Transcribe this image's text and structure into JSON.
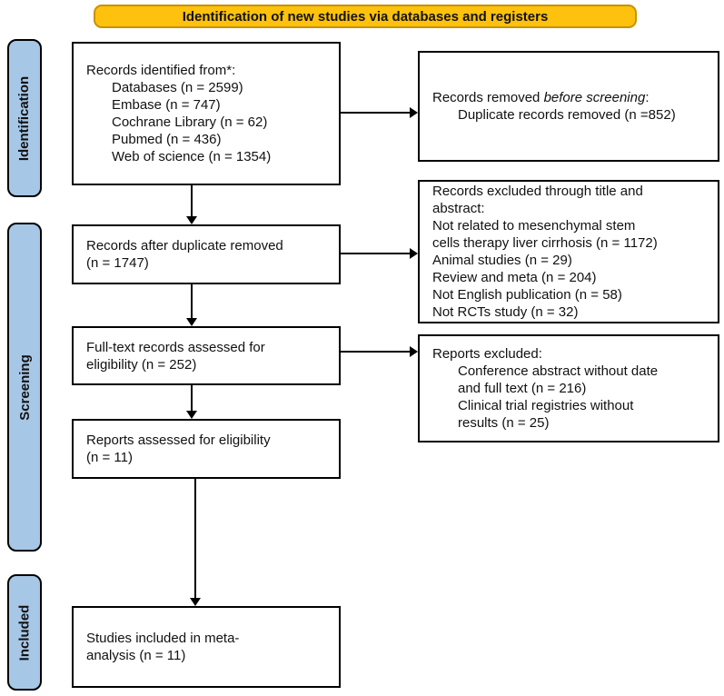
{
  "banner": {
    "title": "Identification of new studies via databases and registers",
    "bg_color": "#FEC10D",
    "border_color": "#C99100"
  },
  "stage_color": "#A7C7E7",
  "stages": [
    {
      "label": "Identification"
    },
    {
      "label": "Screening"
    },
    {
      "label": "Included"
    }
  ],
  "boxes": {
    "records_identified": {
      "lines": [
        "Records identified from*:",
        "Databases (n = 2599)",
        "Embase (n = 747)",
        "Cochrane Library (n = 62)",
        "Pubmed (n = 436)",
        "Web of science (n = 1354)"
      ]
    },
    "records_removed": {
      "line1_pre": "Records removed ",
      "line1_italic": "before screening",
      "line1_post": ":",
      "line2": "Duplicate records removed (n =852)"
    },
    "after_duplicates": {
      "lines": [
        "Records after duplicate removed",
        "(n = 1747)"
      ]
    },
    "excluded_title_abstract": {
      "lines": [
        "Records excluded through title and",
        "abstract:",
        "Not related to mesenchymal stem",
        "cells therapy liver cirrhosis (n = 1172)",
        "Animal studies (n = 29)",
        "Review and meta (n = 204)",
        "Not English publication (n = 58)",
        "Not RCTs study (n = 32)"
      ]
    },
    "fulltext_assessed": {
      "lines": [
        "Full-text records assessed for",
        "eligibility (n = 252)"
      ]
    },
    "reports_excluded": {
      "lines": [
        "Reports excluded:",
        "Conference abstract without date",
        "and full text (n = 216)",
        "Clinical trial registries without",
        "results (n = 25)"
      ]
    },
    "reports_assessed": {
      "lines": [
        "Reports assessed for eligibility",
        "(n = 11)"
      ]
    },
    "studies_included": {
      "lines": [
        "Studies included in meta-",
        "analysis (n = 11)"
      ]
    }
  }
}
